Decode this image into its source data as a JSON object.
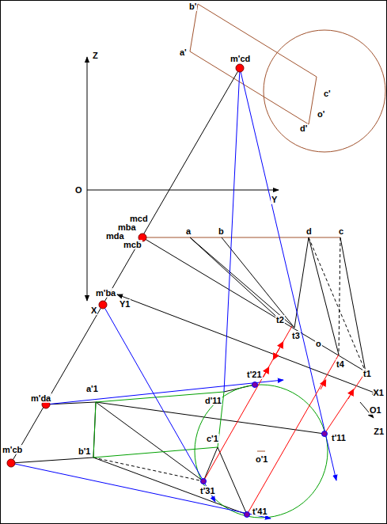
{
  "diagram": {
    "labels": [
      "b'",
      "a'",
      "m'cd",
      "c'",
      "o'",
      "d'",
      "Z",
      "O",
      "Y",
      "mcd",
      "mba",
      "mda",
      "mcb",
      "a",
      "b",
      "d",
      "c",
      "m'ba",
      "X",
      "Y1",
      "t2",
      "t3",
      "o",
      "t4",
      "t1",
      "X1",
      "a'1",
      "t'21",
      "m'da",
      "O1",
      "d'11",
      "Z1",
      "c'1",
      "o'1",
      "t'11",
      "b'1",
      "m'cb",
      "t'31",
      "t'41"
    ]
  }
}
